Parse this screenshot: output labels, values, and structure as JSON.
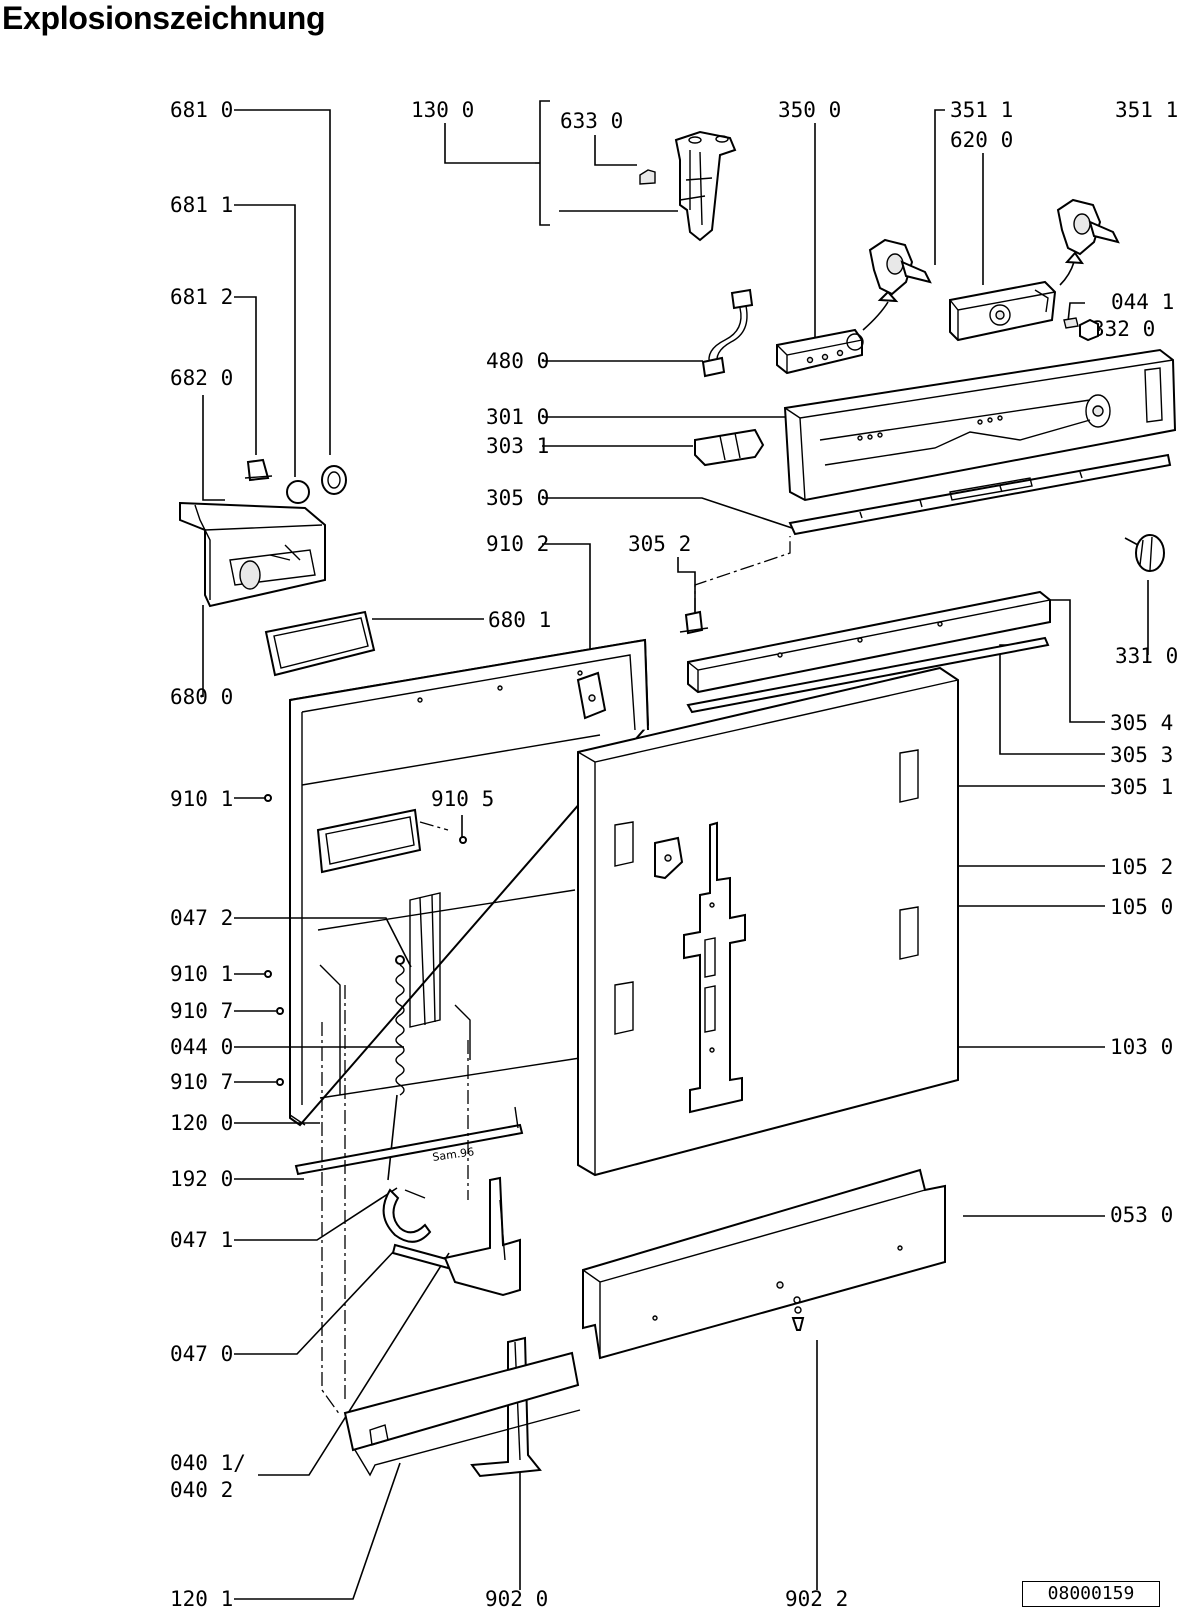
{
  "title": "Explosionszeichnung",
  "drawing_number": "08000159",
  "stamp": "Sam.96",
  "labels": {
    "l6810": "681 0",
    "l6811": "681 1",
    "l6812": "681 2",
    "l6820": "682 0",
    "l6800": "680 0",
    "l6801": "680 1",
    "l1300": "130 0",
    "l6330": "633 0",
    "l3500": "350 0",
    "l3511a": "351 1",
    "l6200": "620 0",
    "l3511b": "351 1",
    "l0441": "044 1",
    "l3320": "332 0",
    "l4800": "480 0",
    "l3010": "301 0",
    "l3031": "303 1",
    "l3050": "305 0",
    "l9102": "910 2",
    "l3052": "305 2",
    "l3310": "331 0",
    "l3054": "305 4",
    "l3053": "305 3",
    "l3051": "305 1",
    "l9101a": "910 1",
    "l9105": "910 5",
    "l1052": "105 2",
    "l1050": "105 0",
    "l0472": "047 2",
    "l9101b": "910 1",
    "l9107a": "910 7",
    "l0440": "044 0",
    "l9107b": "910 7",
    "l1030": "103 0",
    "l1200": "120 0",
    "l1920": "192 0",
    "l0471": "047 1",
    "l0530": "053 0",
    "l0470": "047 0",
    "l0401": "040 1/",
    "l0402": "040 2",
    "l1201": "120 1",
    "l9020": "902 0",
    "l9022": "902 2"
  }
}
